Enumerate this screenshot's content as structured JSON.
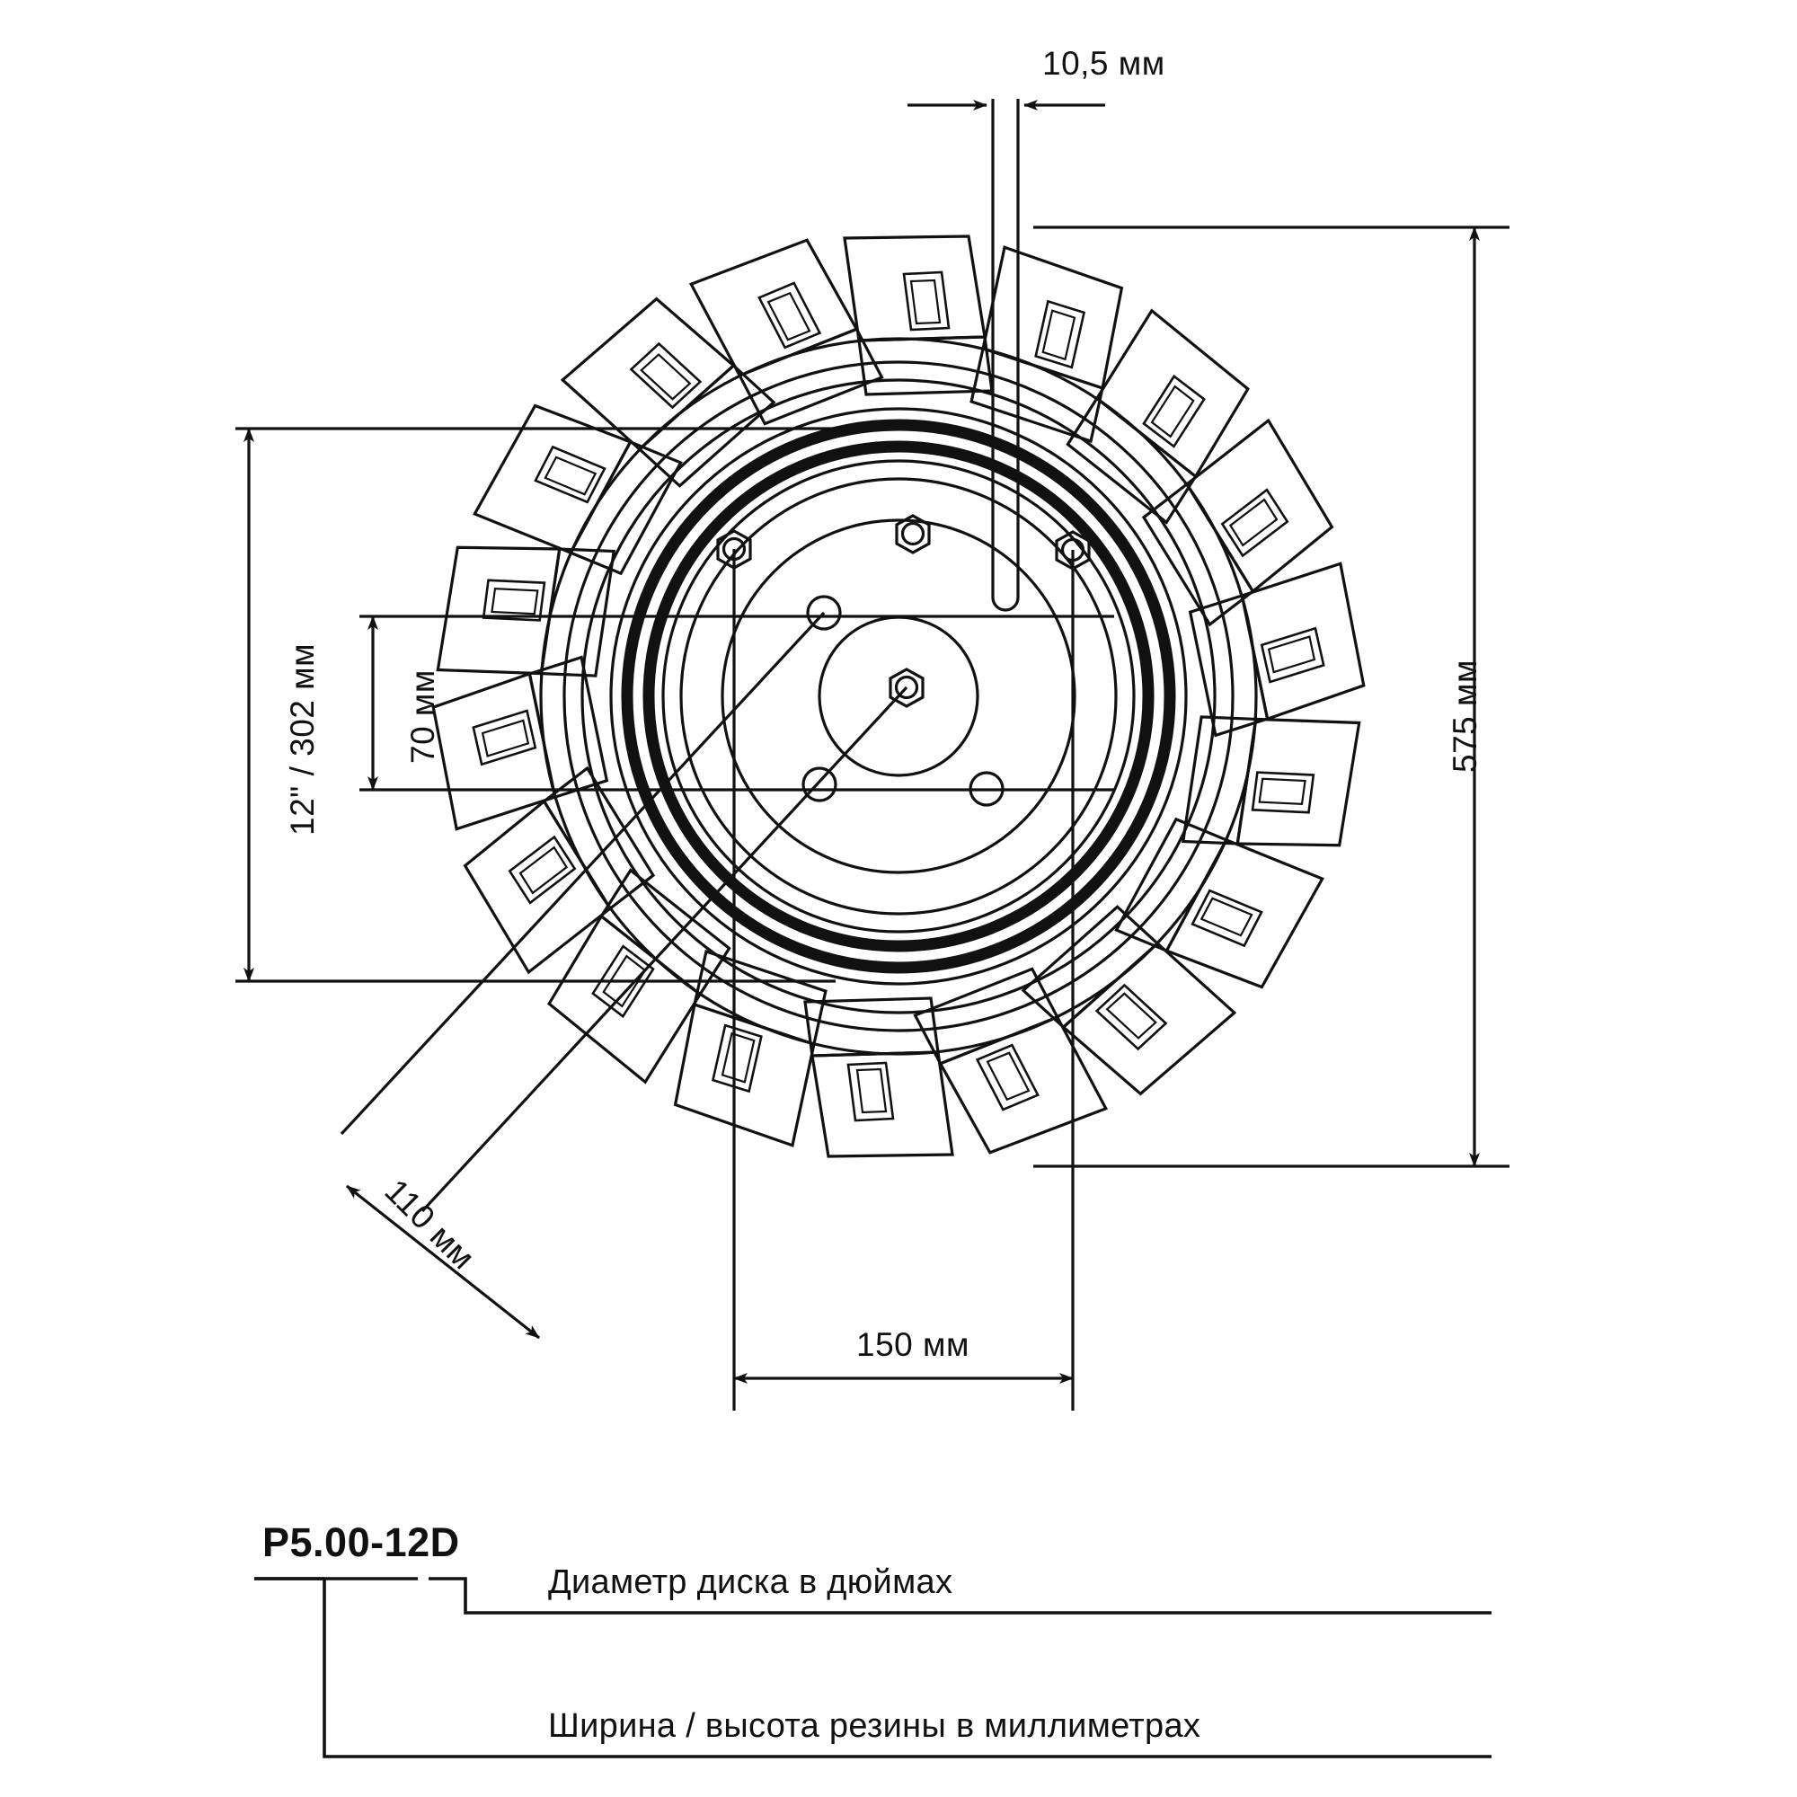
{
  "drawing": {
    "title": "Wheel assembly dimensional drawing",
    "units_note": "мм",
    "line_color": "#111111",
    "background_color": "#ffffff"
  },
  "dimensions": {
    "valve_width": {
      "label": "10,5 мм",
      "value": 10.5,
      "unit": "мм",
      "orientation": "horizontal",
      "describes": "valve stem width"
    },
    "rim_diameter": {
      "label": "12\" / 302 мм",
      "value_inch": 12,
      "value_mm": 302,
      "orientation": "vertical-rotated",
      "describes": "disc / rim diameter"
    },
    "rim_width": {
      "label": "70 мм",
      "value": 70,
      "unit": "мм",
      "orientation": "vertical-rotated",
      "describes": "inner rim band height"
    },
    "overall_diameter": {
      "label": "575 мм",
      "value": 575,
      "unit": "мм",
      "orientation": "vertical-rotated",
      "describes": "overall tyre diameter"
    },
    "tread_width": {
      "label": "110 мм",
      "value": 110,
      "unit": "мм",
      "orientation": "diagonal-45",
      "describes": "tread lug width"
    },
    "hub_span": {
      "label": "150 мм",
      "value": 150,
      "unit": "мм",
      "orientation": "horizontal",
      "describes": "bolt / hub span"
    }
  },
  "legend": {
    "code": "P5.00-12D",
    "entries": [
      {
        "text": "Диаметр диска в дюймах",
        "refers_to": "12D"
      },
      {
        "text": "Ширина / высота резины в миллиметрах",
        "refers_to": "5.00"
      }
    ]
  }
}
